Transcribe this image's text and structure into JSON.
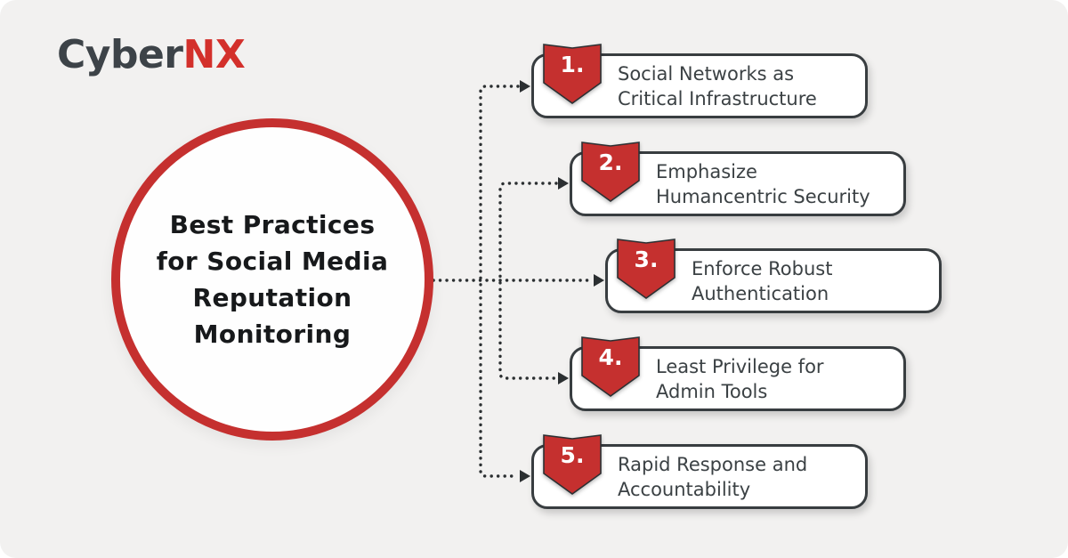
{
  "logo": {
    "prefix": "Cyber",
    "suffix": "NX"
  },
  "hub": {
    "lines": [
      "Best Practices",
      "for Social Media",
      "Reputation",
      "Monitoring"
    ]
  },
  "items": [
    {
      "number": "1.",
      "line1": "Social Networks as",
      "line2": "Critical Infrastructure"
    },
    {
      "number": "2.",
      "line1": "Emphasize",
      "line2": "Humancentric Security"
    },
    {
      "number": "3.",
      "line1": "Enforce Robust",
      "line2": "Authentication"
    },
    {
      "number": "4.",
      "line1": "Least Privilege for",
      "line2": "Admin Tools"
    },
    {
      "number": "5.",
      "line1": "Rapid Response and",
      "line2": "Accountability"
    }
  ],
  "colors": {
    "background": "#f2f1f0",
    "accent_red": "#c5302f",
    "logo_red": "#d3302b",
    "logo_dark": "#3d4348",
    "card_border": "#383d40",
    "hub_text": "#17191b",
    "card_text": "#3b4144",
    "connector": "#2b2f31",
    "badge_text": "#ffffff"
  }
}
